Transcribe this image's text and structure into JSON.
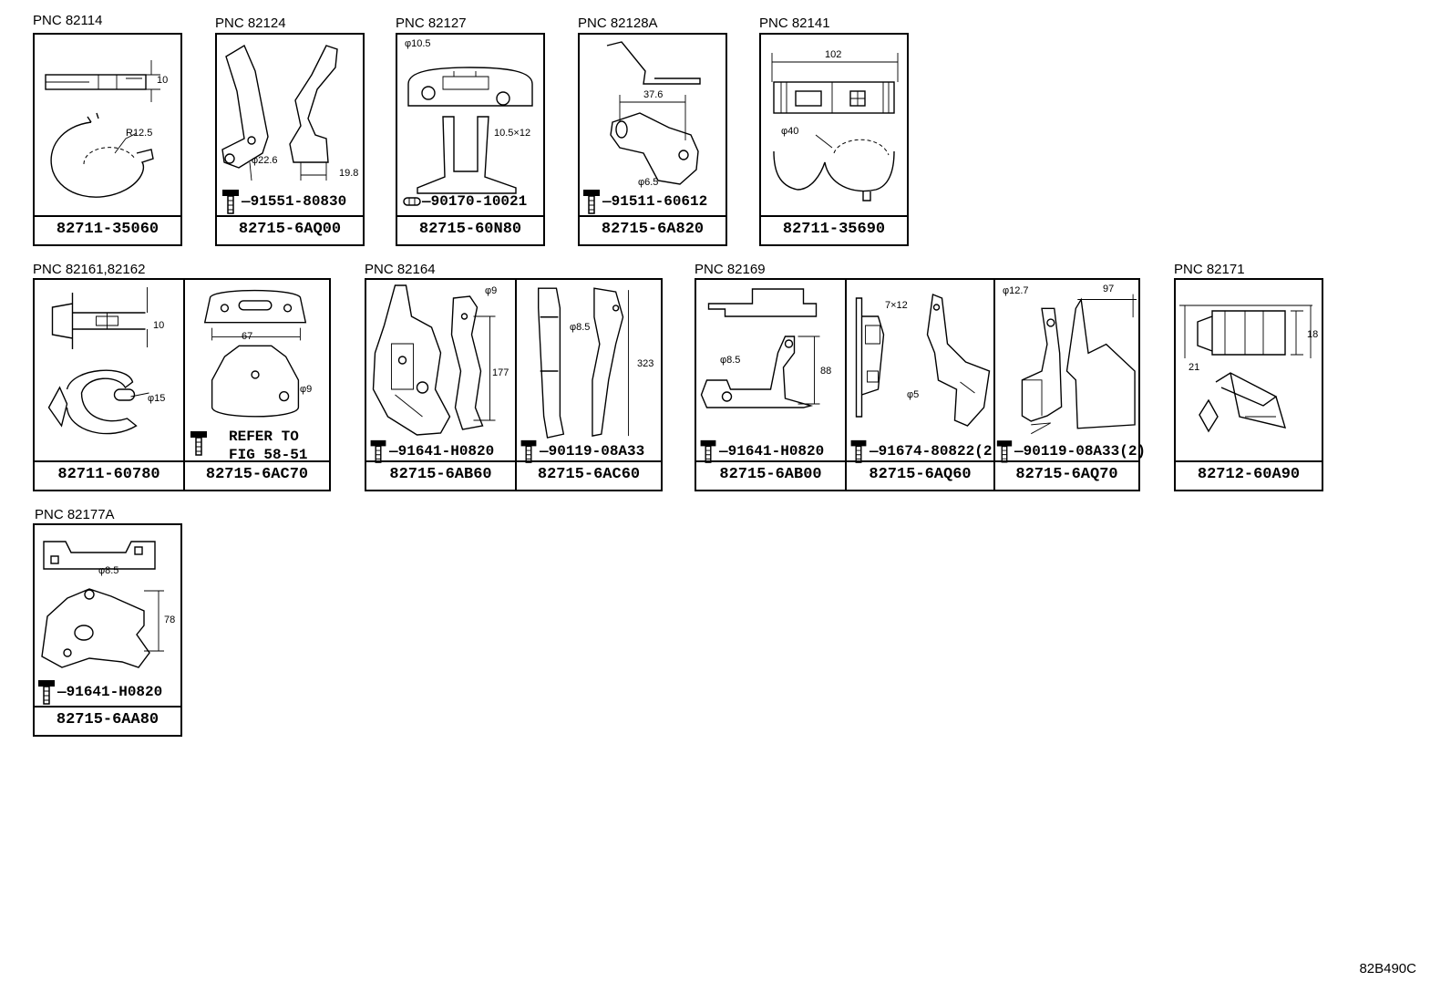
{
  "groups": [
    {
      "pnc": "PNC 82114",
      "cells": [
        {
          "part": "82711-35060",
          "dims": [
            "10",
            "R12.5"
          ]
        }
      ]
    },
    {
      "pnc": "PNC 82124",
      "cells": [
        {
          "part": "82715-6AQ00",
          "bolt": "91551-80830",
          "dims": [
            "φ22.6",
            "19.8"
          ]
        }
      ]
    },
    {
      "pnc": "PNC 82127",
      "cells": [
        {
          "part": "82715-60N80",
          "bolt": "90170-10021",
          "dims": [
            "φ10.5",
            "10.5×12"
          ]
        }
      ]
    },
    {
      "pnc": "PNC 82128A",
      "cells": [
        {
          "part": "82715-6A820",
          "bolt": "91511-60612",
          "dims": [
            "37.6",
            "φ6.5"
          ]
        }
      ]
    },
    {
      "pnc": "PNC 82141",
      "cells": [
        {
          "part": "82711-35690",
          "dims": [
            "102",
            "φ40"
          ]
        }
      ]
    },
    {
      "pnc": "PNC 82161,82162",
      "cells": [
        {
          "part": "82711-60780",
          "dims": [
            "10",
            "φ15"
          ]
        },
        {
          "part": "82715-6AC70",
          "note": [
            "REFER TO",
            "FIG 58-51"
          ],
          "dims": [
            "67",
            "φ9"
          ]
        }
      ]
    },
    {
      "pnc": "PNC 82164",
      "cells": [
        {
          "part": "82715-6AB60",
          "bolt": "91641-H0820",
          "dims": [
            "φ9",
            "177"
          ]
        },
        {
          "part": "82715-6AC60",
          "bolt": "90119-08A33",
          "dims": [
            "φ8.5",
            "323"
          ]
        }
      ]
    },
    {
      "pnc": "PNC 82169",
      "cells": [
        {
          "part": "82715-6AB00",
          "bolt": "91641-H0820",
          "dims": [
            "φ8.5",
            "88"
          ]
        },
        {
          "part": "82715-6AQ60",
          "bolt": "91674-80822(2",
          "dims": [
            "7×12",
            "φ5"
          ]
        },
        {
          "part": "82715-6AQ70",
          "bolt": "90119-08A33(2)",
          "dims": [
            "φ12.7",
            "97"
          ]
        }
      ]
    },
    {
      "pnc": "PNC 82171",
      "cells": [
        {
          "part": "82712-60A90",
          "dims": [
            "18",
            "21"
          ]
        }
      ]
    },
    {
      "pnc": "PNC 82177A",
      "cells": [
        {
          "part": "82715-6AA80",
          "bolt": "91641-H0820",
          "dims": [
            "φ8.5",
            "78"
          ]
        }
      ]
    }
  ],
  "footer_code": "82B490C"
}
